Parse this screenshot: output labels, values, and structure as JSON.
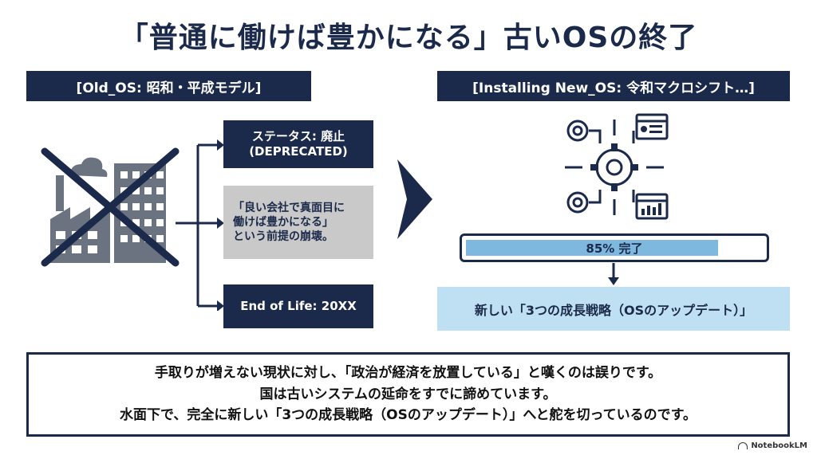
{
  "title": "「普通に働けば豊かになる」古いOSの終了",
  "old_os": {
    "header": "[Old_OS: 昭和・平成モデル]",
    "status_label_1": "ステータス: 廃止",
    "status_label_2": "(DEPRECATED)",
    "premise_line_1": "「良い会社で真面目に",
    "premise_line_2": "働けば豊かになる」",
    "premise_line_3": "という前提の崩壊。",
    "end_of_life": "End of Life: 20XX"
  },
  "new_os": {
    "header": "[Installing New_OS: 令和マクロシフト…]",
    "progress_label": "85% 完了",
    "progress": 0.85,
    "strategy": "新しい「3つの成長戦略（OSのアップデート）」"
  },
  "summary": {
    "line_1": "手取りが増えない現状に対し、「政治が経済を放置している」と嘆くのは誤りです。",
    "line_2": "国は古いシステムの延命をすでに諦めています。",
    "line_3": "水面下で、完全に新しい「3つの成長戦略（OSのアップデート）」へと舵を切っているのです。"
  },
  "brand": "NotebookLM",
  "colors": {
    "navy": "#1b2a4a",
    "gray": "#c9c9c9",
    "light_blue": "#bfe0f2",
    "progress_fill": "#7fb8de",
    "icon_gray": "#6b7280"
  }
}
